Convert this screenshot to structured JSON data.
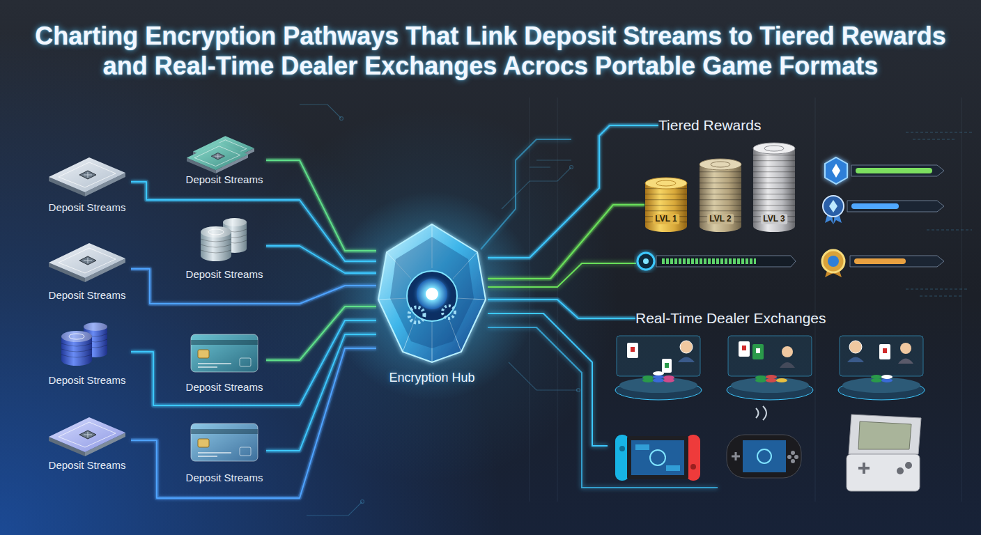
{
  "diagram": {
    "title": "Charting Encryption Pathways That Link Deposit Streams to Tiered Rewards and Real-Time Dealer Exchanges Acrocs Portable Game Formats",
    "nodes": [
      {
        "text": [
          "Deposit Streams"
        ]
      },
      {
        "text": [
          "Deposit Streams"
        ]
      },
      {
        "text": [
          "Deposit Streams"
        ]
      },
      {
        "text": [
          "Deposit Streams"
        ]
      },
      {
        "text": [
          "Deposit Streams"
        ]
      },
      {
        "text": [
          "Deposit Streams"
        ]
      },
      {
        "text": [
          "Deposit Streams"
        ]
      },
      {
        "text": [
          "Deposit Streams"
        ]
      },
      {
        "text": [
          "Encryption Hub"
        ]
      },
      {
        "text": [
          "Tiered Rewards"
        ]
      },
      {
        "text": [
          "LVL 1"
        ]
      },
      {
        "text": [
          "LVL 2"
        ]
      },
      {
        "text": [
          "LVL 3"
        ]
      },
      {
        "text": [
          "Real-Time Dealer Exchanges"
        ]
      }
    ],
    "edges": [
      {
        "from": 0,
        "to": 8,
        "arrow": "none"
      },
      {
        "from": 1,
        "to": 8,
        "arrow": "none"
      },
      {
        "from": 2,
        "to": 8,
        "arrow": "none"
      },
      {
        "from": 3,
        "to": 8,
        "arrow": "none"
      },
      {
        "from": 4,
        "to": 8,
        "arrow": "none"
      },
      {
        "from": 5,
        "to": 8,
        "arrow": "none"
      },
      {
        "from": 6,
        "to": 8,
        "arrow": "none"
      },
      {
        "from": 7,
        "to": 8,
        "arrow": "none"
      },
      {
        "from": 8,
        "to": 9,
        "arrow": "none"
      },
      {
        "from": 8,
        "to": 10,
        "arrow": "none"
      },
      {
        "from": 8,
        "to": 13,
        "arrow": "none"
      }
    ]
  }
}
